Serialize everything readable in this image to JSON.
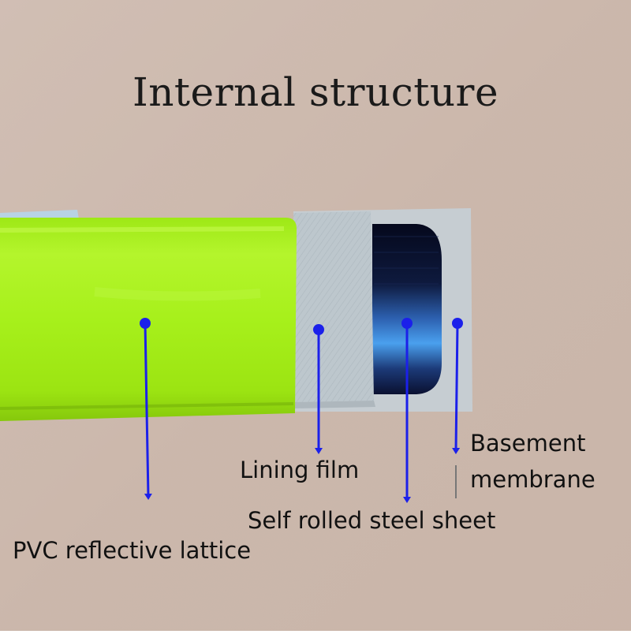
{
  "title": "Internal structure",
  "labels": {
    "pvc": "PVC reflective lattice",
    "lining": "Lining film",
    "steel": "Self rolled steel sheet",
    "basement_line1": "Basement",
    "basement_line2": "membrane"
  },
  "colors": {
    "background": "#cdb9ae",
    "reflective_green": "#a6f218",
    "lining_gray": "#bcc6cc",
    "base_gray": "#c6cdd2",
    "steel_dark": "#0b0f2a",
    "steel_blue": "#3f8ee0",
    "arrow_blue": "#1b20ea"
  }
}
